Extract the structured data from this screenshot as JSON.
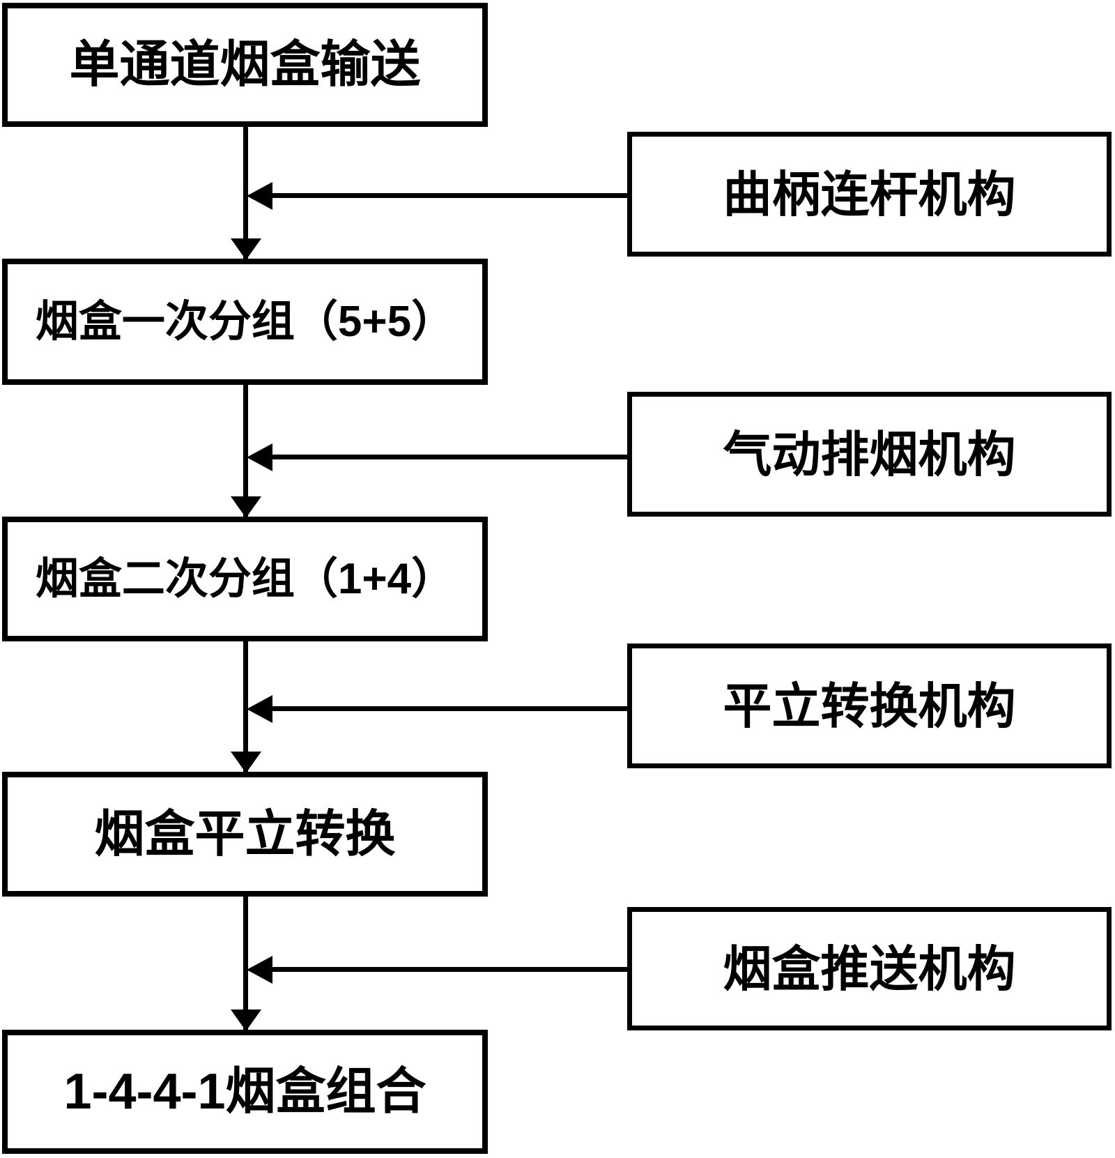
{
  "flowchart": {
    "background": "#ffffff",
    "line_color": "#000000",
    "main_flow_steps": [
      {
        "label": "单通道烟盒输送"
      },
      {
        "label": "烟盒一次分组（5+5）"
      },
      {
        "label": "烟盒二次分组（1+4）"
      },
      {
        "label": "烟盒平立转换"
      },
      {
        "label": "1-4-4-1烟盒组合"
      }
    ],
    "mechanisms": [
      {
        "label": "曲柄连杆机构"
      },
      {
        "label": "气动排烟机构"
      },
      {
        "label": "平立转换机构"
      },
      {
        "label": "烟盒推送机构"
      }
    ]
  }
}
